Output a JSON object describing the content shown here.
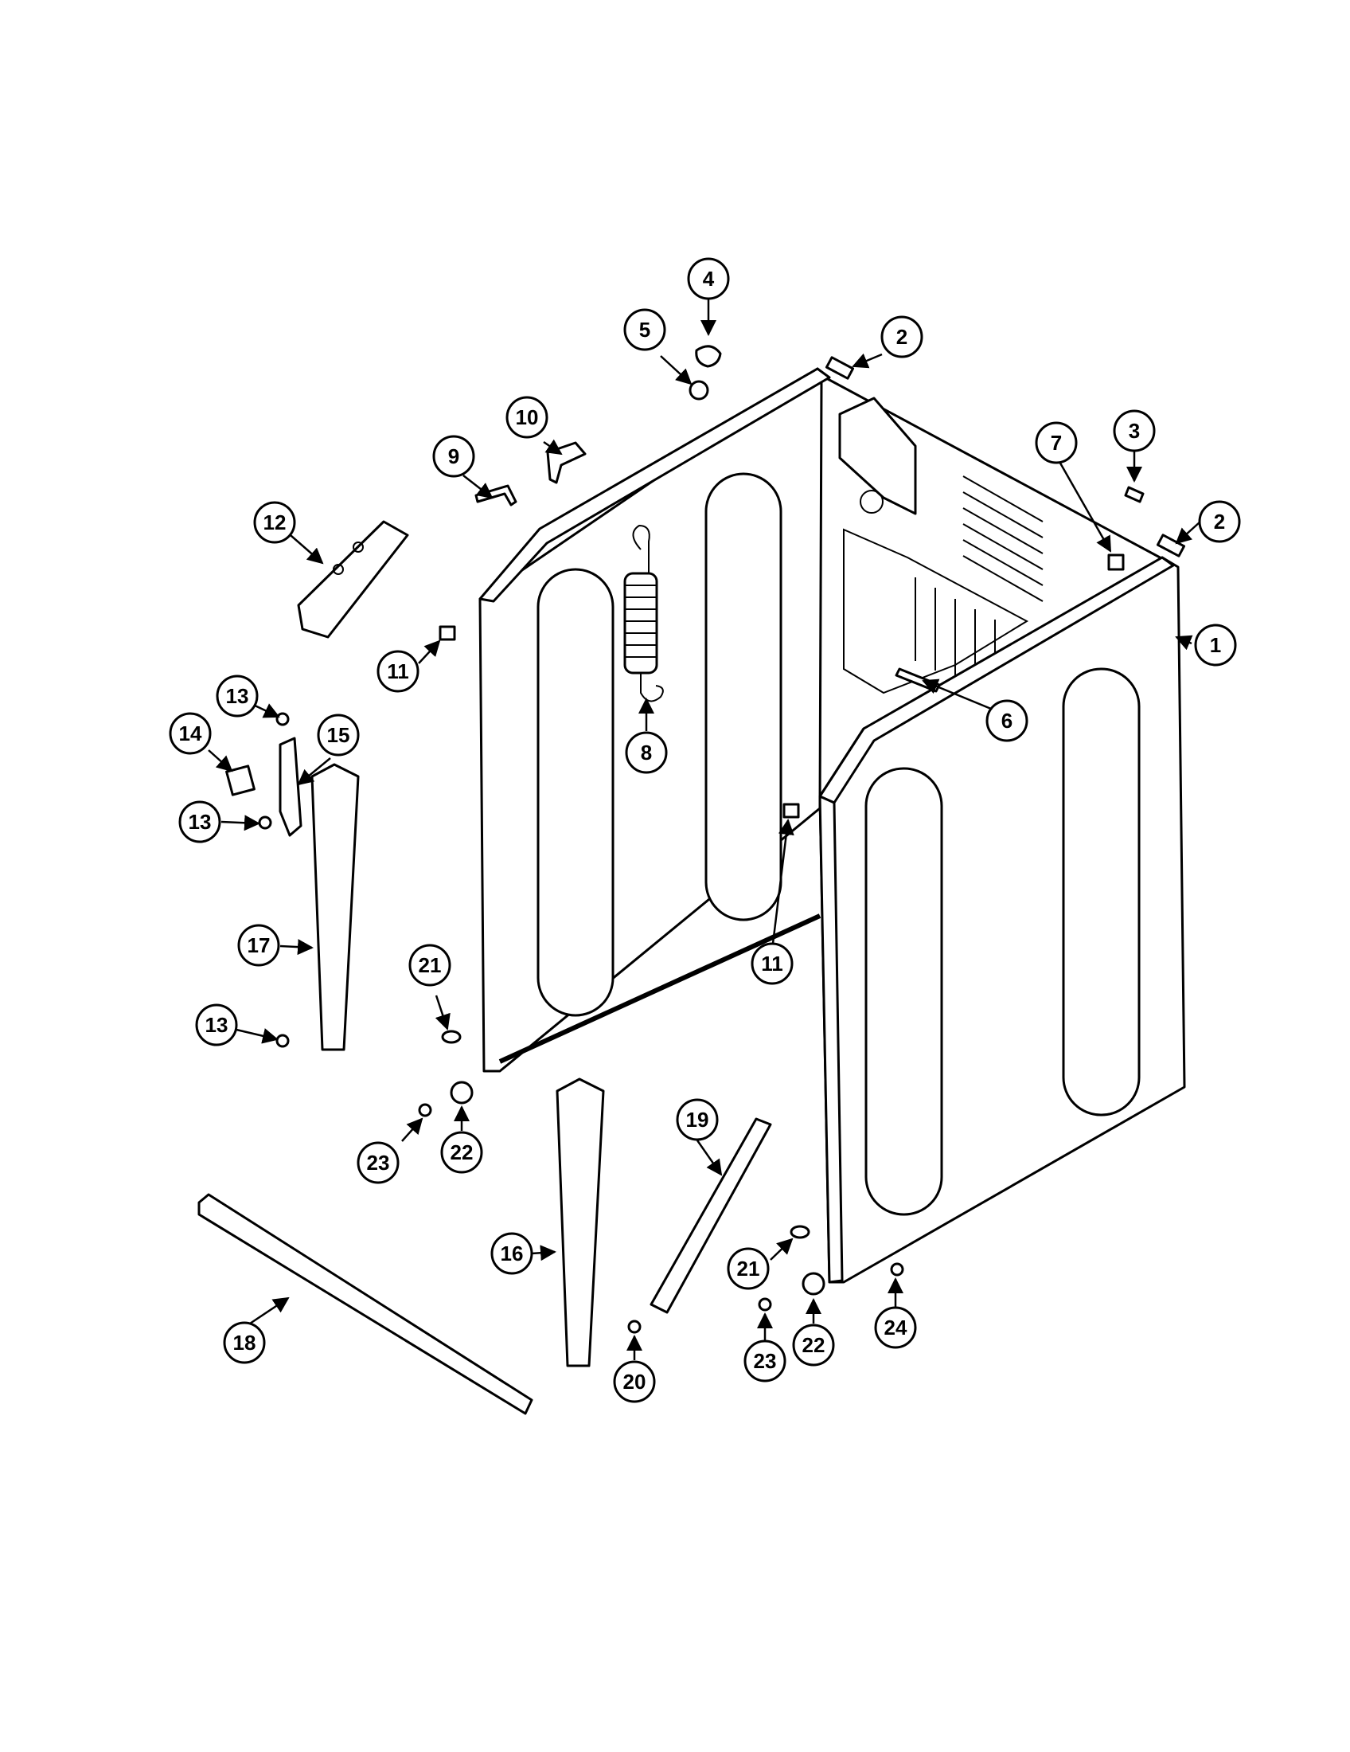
{
  "diagram": {
    "callouts": [
      {
        "id": "c1",
        "label": "1"
      },
      {
        "id": "c2a",
        "label": "2"
      },
      {
        "id": "c2b",
        "label": "2"
      },
      {
        "id": "c3",
        "label": "3"
      },
      {
        "id": "c4",
        "label": "4"
      },
      {
        "id": "c5",
        "label": "5"
      },
      {
        "id": "c6",
        "label": "6"
      },
      {
        "id": "c7",
        "label": "7"
      },
      {
        "id": "c8",
        "label": "8"
      },
      {
        "id": "c9",
        "label": "9"
      },
      {
        "id": "c10",
        "label": "10"
      },
      {
        "id": "c11a",
        "label": "11"
      },
      {
        "id": "c11b",
        "label": "11"
      },
      {
        "id": "c12",
        "label": "12"
      },
      {
        "id": "c13a",
        "label": "13"
      },
      {
        "id": "c13b",
        "label": "13"
      },
      {
        "id": "c13c",
        "label": "13"
      },
      {
        "id": "c14",
        "label": "14"
      },
      {
        "id": "c15",
        "label": "15"
      },
      {
        "id": "c16",
        "label": "16"
      },
      {
        "id": "c17",
        "label": "17"
      },
      {
        "id": "c18",
        "label": "18"
      },
      {
        "id": "c19",
        "label": "19"
      },
      {
        "id": "c20",
        "label": "20"
      },
      {
        "id": "c21a",
        "label": "21"
      },
      {
        "id": "c21b",
        "label": "21"
      },
      {
        "id": "c22a",
        "label": "22"
      },
      {
        "id": "c22b",
        "label": "22"
      },
      {
        "id": "c23a",
        "label": "23"
      },
      {
        "id": "c23b",
        "label": "23"
      },
      {
        "id": "c24",
        "label": "24"
      }
    ]
  }
}
